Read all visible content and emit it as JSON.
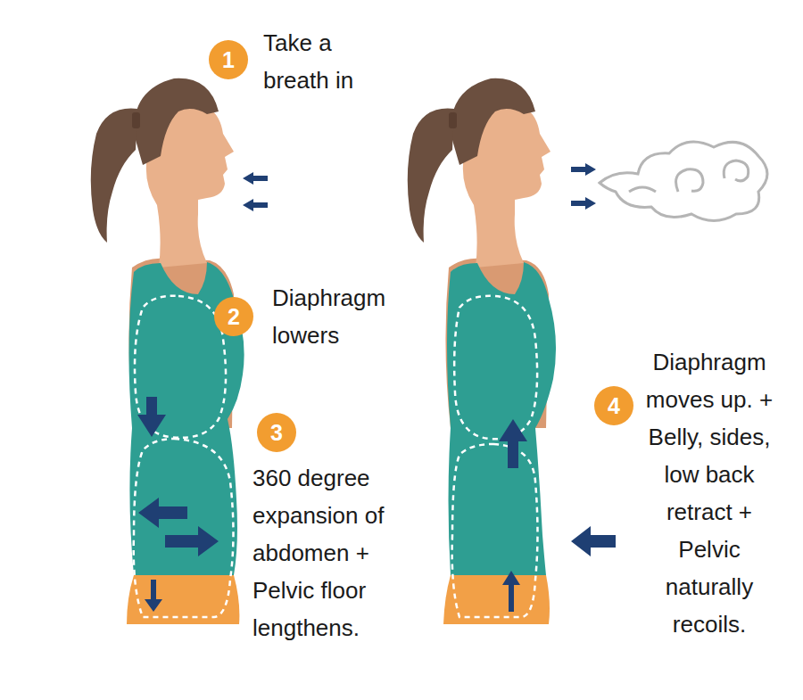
{
  "diagram": {
    "nodes": [
      {
        "text": [
          "1",
          "Take a breath in"
        ]
      },
      {
        "text": [
          "2",
          "Diaphragm lowers"
        ]
      },
      {
        "text": [
          "3",
          "360 degree expansion of abdomen + Pelvic floor lengthens."
        ]
      },
      {
        "text": [
          "4",
          "Diaphragm moves up. + Belly, sides, low back retract + Pelvic naturally recoils."
        ]
      }
    ]
  }
}
